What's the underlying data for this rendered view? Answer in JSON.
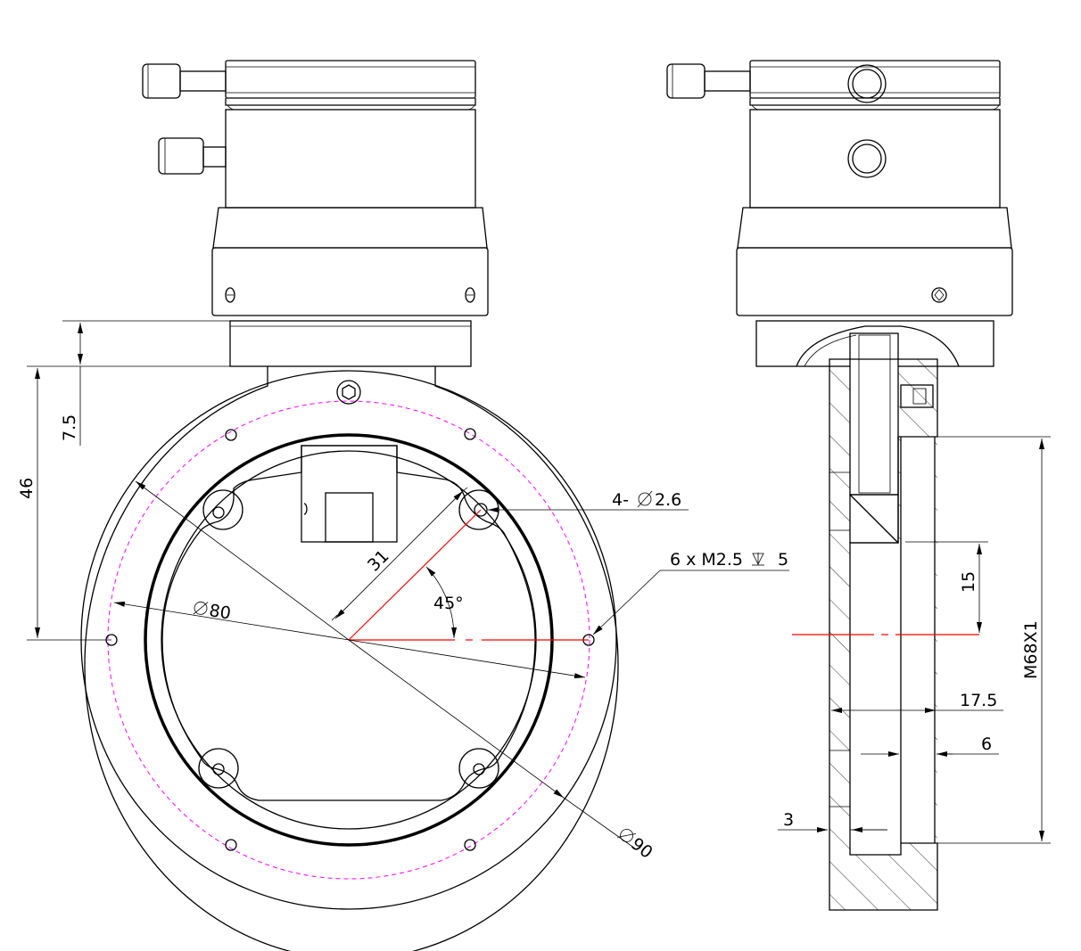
{
  "dimensions": {
    "height_7_5": "7.5",
    "height_46": "46",
    "holes_4": "4-",
    "holes_4_dia": "2.6",
    "screws_6": "6 x  M2.5",
    "screws_6_depth": "5",
    "radius_31": "31",
    "angle_45": "45°",
    "dia_80": "80",
    "dia_90": "90",
    "thread": "M68X1",
    "side_15": "15",
    "side_17_5": "17.5",
    "side_6": "6",
    "side_3": "3"
  }
}
